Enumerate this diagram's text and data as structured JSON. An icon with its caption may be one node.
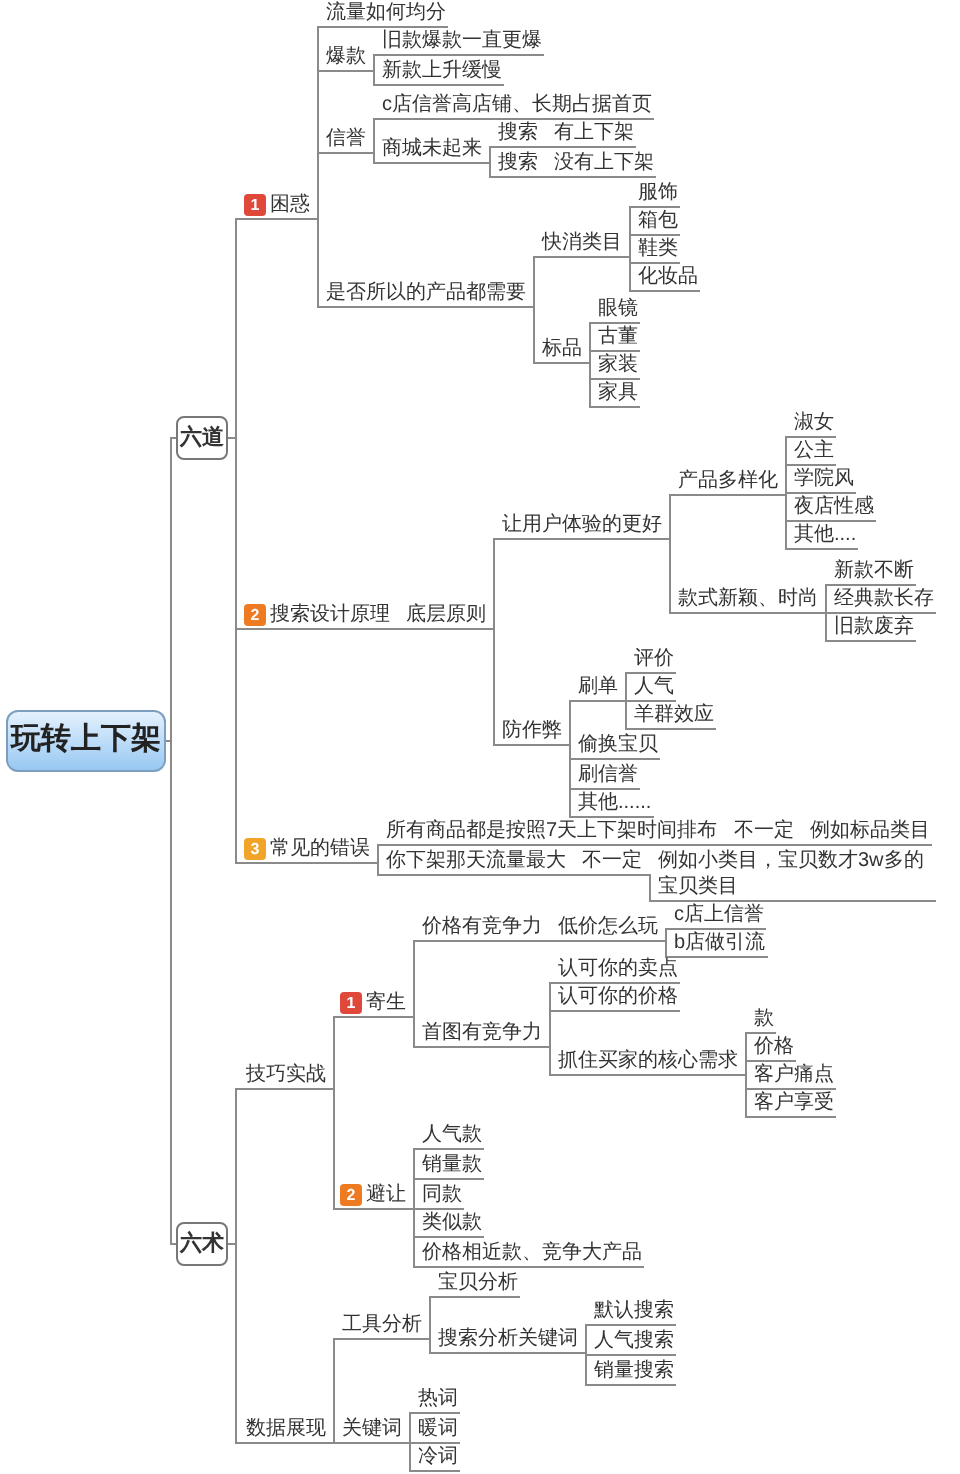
{
  "diagram": {
    "nodes": [
      {
        "text": [
          "玩转上下架"
        ]
      },
      {
        "text": [
          "六道"
        ]
      },
      {
        "text": [
          "六术"
        ]
      },
      {
        "text": [
          "1",
          "困惑"
        ]
      },
      {
        "text": [
          "流量如何均分"
        ]
      },
      {
        "text": [
          "爆款"
        ]
      },
      {
        "text": [
          "旧款爆款一直更爆"
        ]
      },
      {
        "text": [
          "新款上升缓慢"
        ]
      },
      {
        "text": [
          "信誉"
        ]
      },
      {
        "text": [
          "c店信誉高店铺、长期占据首页"
        ]
      },
      {
        "text": [
          "商城未起来"
        ]
      },
      {
        "text": [
          "搜索"
        ]
      },
      {
        "text": [
          "有上下架"
        ]
      },
      {
        "text": [
          "搜索"
        ]
      },
      {
        "text": [
          "没有上下架"
        ]
      },
      {
        "text": [
          "是否所以的产品都需要"
        ]
      },
      {
        "text": [
          "快消类目"
        ]
      },
      {
        "text": [
          "服饰"
        ]
      },
      {
        "text": [
          "箱包"
        ]
      },
      {
        "text": [
          "鞋类"
        ]
      },
      {
        "text": [
          "化妆品"
        ]
      },
      {
        "text": [
          "标品"
        ]
      },
      {
        "text": [
          "眼镜"
        ]
      },
      {
        "text": [
          "古董"
        ]
      },
      {
        "text": [
          "家装"
        ]
      },
      {
        "text": [
          "家具"
        ]
      },
      {
        "text": [
          "2",
          "搜索设计原理"
        ]
      },
      {
        "text": [
          "底层原则"
        ]
      },
      {
        "text": [
          "让用户体验的更好"
        ]
      },
      {
        "text": [
          "产品多样化"
        ]
      },
      {
        "text": [
          "淑女"
        ]
      },
      {
        "text": [
          "公主"
        ]
      },
      {
        "text": [
          "学院风"
        ]
      },
      {
        "text": [
          "夜店性感"
        ]
      },
      {
        "text": [
          "其他...."
        ]
      },
      {
        "text": [
          "款式新颖、时尚"
        ]
      },
      {
        "text": [
          "新款不断"
        ]
      },
      {
        "text": [
          "经典款长存"
        ]
      },
      {
        "text": [
          "旧款废弃"
        ]
      },
      {
        "text": [
          "防作弊"
        ]
      },
      {
        "text": [
          "刷单"
        ]
      },
      {
        "text": [
          "评价"
        ]
      },
      {
        "text": [
          "人气"
        ]
      },
      {
        "text": [
          "羊群效应"
        ]
      },
      {
        "text": [
          "偷换宝贝"
        ]
      },
      {
        "text": [
          "刷信誉"
        ]
      },
      {
        "text": [
          "其他......"
        ]
      },
      {
        "text": [
          "3",
          "常见的错误"
        ]
      },
      {
        "text": [
          "所有商品都是按照7天上下架时间排布"
        ]
      },
      {
        "text": [
          "不一定"
        ]
      },
      {
        "text": [
          "例如标品类目"
        ]
      },
      {
        "text": [
          "你下架那天流量最大"
        ]
      },
      {
        "text": [
          "不一定"
        ]
      },
      {
        "text": [
          "例如小类目，宝贝数才3w多的宝贝类目"
        ]
      },
      {
        "text": [
          "技巧实战"
        ]
      },
      {
        "text": [
          "1",
          "寄生"
        ]
      },
      {
        "text": [
          "价格有竞争力"
        ]
      },
      {
        "text": [
          "低价怎么玩"
        ]
      },
      {
        "text": [
          "c店上信誉"
        ]
      },
      {
        "text": [
          "b店做引流"
        ]
      },
      {
        "text": [
          "首图有竞争力"
        ]
      },
      {
        "text": [
          "认可你的卖点"
        ]
      },
      {
        "text": [
          "认可你的价格"
        ]
      },
      {
        "text": [
          "抓住买家的核心需求"
        ]
      },
      {
        "text": [
          "款"
        ]
      },
      {
        "text": [
          "价格"
        ]
      },
      {
        "text": [
          "客户痛点"
        ]
      },
      {
        "text": [
          "客户享受"
        ]
      },
      {
        "text": [
          "2",
          "避让"
        ]
      },
      {
        "text": [
          "人气款"
        ]
      },
      {
        "text": [
          "销量款"
        ]
      },
      {
        "text": [
          "同款"
        ]
      },
      {
        "text": [
          "类似款"
        ]
      },
      {
        "text": [
          "价格相近款、竞争大产品"
        ]
      },
      {
        "text": [
          "数据展现"
        ]
      },
      {
        "text": [
          "工具分析"
        ]
      },
      {
        "text": [
          "宝贝分析"
        ]
      },
      {
        "text": [
          "搜索分析关键词"
        ]
      },
      {
        "text": [
          "默认搜索"
        ]
      },
      {
        "text": [
          "人气搜索"
        ]
      },
      {
        "text": [
          "销量搜索"
        ]
      },
      {
        "text": [
          "关键词"
        ]
      },
      {
        "text": [
          "热词"
        ]
      },
      {
        "text": [
          "暖词"
        ]
      },
      {
        "text": [
          "冷词"
        ]
      }
    ],
    "edges": [
      {
        "from": 0,
        "to": 1,
        "arrow": "none"
      },
      {
        "from": 0,
        "to": 2,
        "arrow": "none"
      },
      {
        "from": 1,
        "to": 3,
        "arrow": "none"
      },
      {
        "from": 1,
        "to": 26,
        "arrow": "none"
      },
      {
        "from": 1,
        "to": 47,
        "arrow": "none"
      },
      {
        "from": 3,
        "to": 4,
        "arrow": "none"
      },
      {
        "from": 3,
        "to": 5,
        "arrow": "none"
      },
      {
        "from": 3,
        "to": 8,
        "arrow": "none"
      },
      {
        "from": 3,
        "to": 15,
        "arrow": "none"
      },
      {
        "from": 5,
        "to": 6,
        "arrow": "none"
      },
      {
        "from": 5,
        "to": 7,
        "arrow": "none"
      },
      {
        "from": 8,
        "to": 9,
        "arrow": "none"
      },
      {
        "from": 8,
        "to": 10,
        "arrow": "none"
      },
      {
        "from": 10,
        "to": 11,
        "arrow": "none"
      },
      {
        "from": 10,
        "to": 13,
        "arrow": "none"
      },
      {
        "from": 11,
        "to": 12,
        "arrow": "none"
      },
      {
        "from": 13,
        "to": 14,
        "arrow": "none"
      },
      {
        "from": 15,
        "to": 16,
        "arrow": "none"
      },
      {
        "from": 15,
        "to": 21,
        "arrow": "none"
      },
      {
        "from": 16,
        "to": 17,
        "arrow": "none"
      },
      {
        "from": 16,
        "to": 18,
        "arrow": "none"
      },
      {
        "from": 16,
        "to": 19,
        "arrow": "none"
      },
      {
        "from": 16,
        "to": 20,
        "arrow": "none"
      },
      {
        "from": 21,
        "to": 22,
        "arrow": "none"
      },
      {
        "from": 21,
        "to": 23,
        "arrow": "none"
      },
      {
        "from": 21,
        "to": 24,
        "arrow": "none"
      },
      {
        "from": 21,
        "to": 25,
        "arrow": "none"
      },
      {
        "from": 26,
        "to": 27,
        "arrow": "none"
      },
      {
        "from": 27,
        "to": 28,
        "arrow": "none"
      },
      {
        "from": 27,
        "to": 39,
        "arrow": "none"
      },
      {
        "from": 28,
        "to": 29,
        "arrow": "none"
      },
      {
        "from": 28,
        "to": 35,
        "arrow": "none"
      },
      {
        "from": 29,
        "to": 30,
        "arrow": "none"
      },
      {
        "from": 29,
        "to": 31,
        "arrow": "none"
      },
      {
        "from": 29,
        "to": 32,
        "arrow": "none"
      },
      {
        "from": 29,
        "to": 33,
        "arrow": "none"
      },
      {
        "from": 29,
        "to": 34,
        "arrow": "none"
      },
      {
        "from": 35,
        "to": 36,
        "arrow": "none"
      },
      {
        "from": 35,
        "to": 37,
        "arrow": "none"
      },
      {
        "from": 35,
        "to": 38,
        "arrow": "none"
      },
      {
        "from": 39,
        "to": 40,
        "arrow": "none"
      },
      {
        "from": 39,
        "to": 44,
        "arrow": "none"
      },
      {
        "from": 39,
        "to": 45,
        "arrow": "none"
      },
      {
        "from": 39,
        "to": 46,
        "arrow": "none"
      },
      {
        "from": 40,
        "to": 41,
        "arrow": "none"
      },
      {
        "from": 40,
        "to": 42,
        "arrow": "none"
      },
      {
        "from": 40,
        "to": 43,
        "arrow": "none"
      },
      {
        "from": 47,
        "to": 48,
        "arrow": "none"
      },
      {
        "from": 47,
        "to": 51,
        "arrow": "none"
      },
      {
        "from": 48,
        "to": 49,
        "arrow": "none"
      },
      {
        "from": 49,
        "to": 50,
        "arrow": "none"
      },
      {
        "from": 51,
        "to": 52,
        "arrow": "none"
      },
      {
        "from": 52,
        "to": 53,
        "arrow": "none"
      },
      {
        "from": 2,
        "to": 54,
        "arrow": "none"
      },
      {
        "from": 2,
        "to": 74,
        "arrow": "none"
      },
      {
        "from": 54,
        "to": 55,
        "arrow": "none"
      },
      {
        "from": 54,
        "to": 68,
        "arrow": "none"
      },
      {
        "from": 55,
        "to": 56,
        "arrow": "none"
      },
      {
        "from": 55,
        "to": 60,
        "arrow": "none"
      },
      {
        "from": 56,
        "to": 57,
        "arrow": "none"
      },
      {
        "from": 57,
        "to": 58,
        "arrow": "none"
      },
      {
        "from": 57,
        "to": 59,
        "arrow": "none"
      },
      {
        "from": 60,
        "to": 61,
        "arrow": "none"
      },
      {
        "from": 60,
        "to": 62,
        "arrow": "none"
      },
      {
        "from": 60,
        "to": 63,
        "arrow": "none"
      },
      {
        "from": 63,
        "to": 64,
        "arrow": "none"
      },
      {
        "from": 63,
        "to": 65,
        "arrow": "none"
      },
      {
        "from": 63,
        "to": 66,
        "arrow": "none"
      },
      {
        "from": 63,
        "to": 67,
        "arrow": "none"
      },
      {
        "from": 68,
        "to": 69,
        "arrow": "none"
      },
      {
        "from": 68,
        "to": 70,
        "arrow": "none"
      },
      {
        "from": 68,
        "to": 71,
        "arrow": "none"
      },
      {
        "from": 68,
        "to": 72,
        "arrow": "none"
      },
      {
        "from": 68,
        "to": 73,
        "arrow": "none"
      },
      {
        "from": 74,
        "to": 75,
        "arrow": "none"
      },
      {
        "from": 74,
        "to": 81,
        "arrow": "none"
      },
      {
        "from": 75,
        "to": 76,
        "arrow": "none"
      },
      {
        "from": 75,
        "to": 77,
        "arrow": "none"
      },
      {
        "from": 77,
        "to": 78,
        "arrow": "none"
      },
      {
        "from": 77,
        "to": 79,
        "arrow": "none"
      },
      {
        "from": 77,
        "to": 80,
        "arrow": "none"
      },
      {
        "from": 81,
        "to": 82,
        "arrow": "none"
      },
      {
        "from": 81,
        "to": 83,
        "arrow": "none"
      },
      {
        "from": 81,
        "to": 84,
        "arrow": "none"
      }
    ]
  }
}
